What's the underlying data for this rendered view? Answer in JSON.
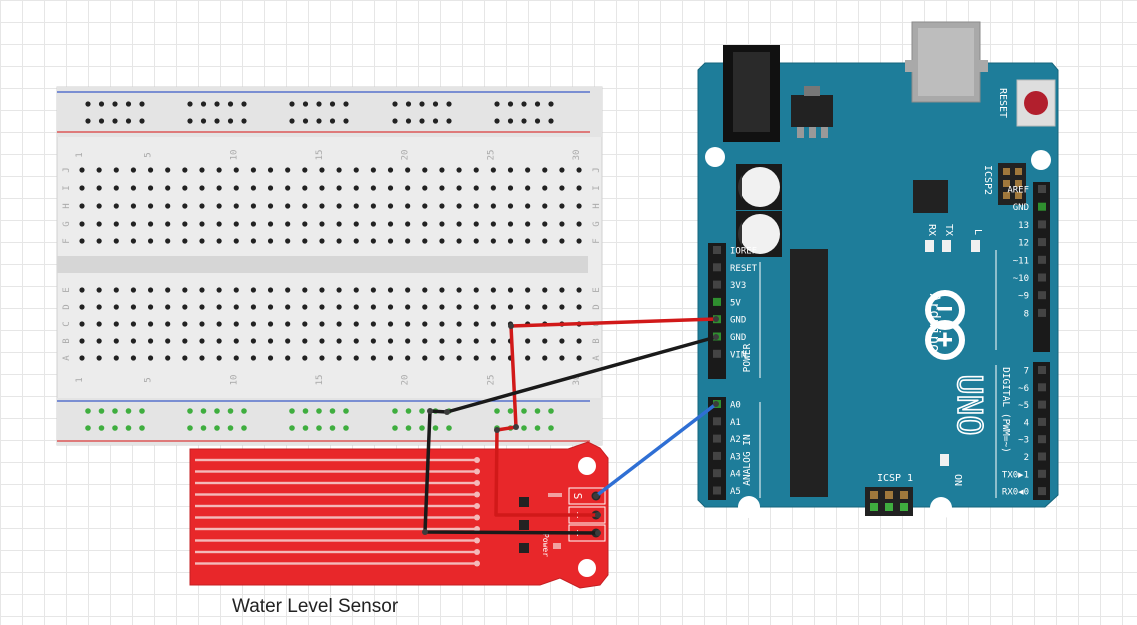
{
  "caption": "Water Level Sensor",
  "breadboard": {
    "column_labels": [
      "1",
      "5",
      "10",
      "15",
      "20",
      "25",
      "30"
    ],
    "row_labels_top": [
      "J",
      "I",
      "H",
      "G",
      "F"
    ],
    "row_labels_bottom": [
      "E",
      "D",
      "C",
      "B",
      "A"
    ]
  },
  "arduino": {
    "brand": "Arduino",
    "model": "UNO",
    "reset_label": "RESET",
    "icsp2_label": "ICSP2",
    "icsp_label": "ICSP",
    "icsp_pin1": "1",
    "tx_label": "TX",
    "rx_label": "RX",
    "l_label": "L",
    "on_label": "ON",
    "power_section_label": "POWER",
    "analog_section_label": "ANALOG IN",
    "digital_section_label": "DIGITAL (PWM=~)",
    "power_pins": [
      "IOREF",
      "RESET",
      "3V3",
      "5V",
      "GND",
      "GND",
      "VIN"
    ],
    "analog_pins": [
      "A0",
      "A1",
      "A2",
      "A3",
      "A4",
      "A5"
    ],
    "digital_upper_pins": [
      "AREF",
      "GND",
      "13",
      "12",
      "~11",
      "~10",
      "~9",
      "8"
    ],
    "digital_lower_pins": [
      "7",
      "~6",
      "~5",
      "4",
      "~3",
      "2",
      "TX0▶1",
      "RX0◀0"
    ]
  },
  "sensor": {
    "pin_labels": [
      "S",
      "+",
      "−"
    ],
    "board_text": "Power"
  },
  "wires": [
    {
      "name": "5v-wire",
      "color": "#d11919"
    },
    {
      "name": "gnd-wire",
      "color": "#1a1a1a"
    },
    {
      "name": "signal-wire",
      "color": "#2f6fd4"
    }
  ],
  "colors": {
    "arduino_board": "#1e7d9a",
    "sensor_board": "#e8272a",
    "breadboard": "#e9e9e9",
    "rail_blue": "#3b5bc7",
    "rail_red": "#d93b3b"
  }
}
